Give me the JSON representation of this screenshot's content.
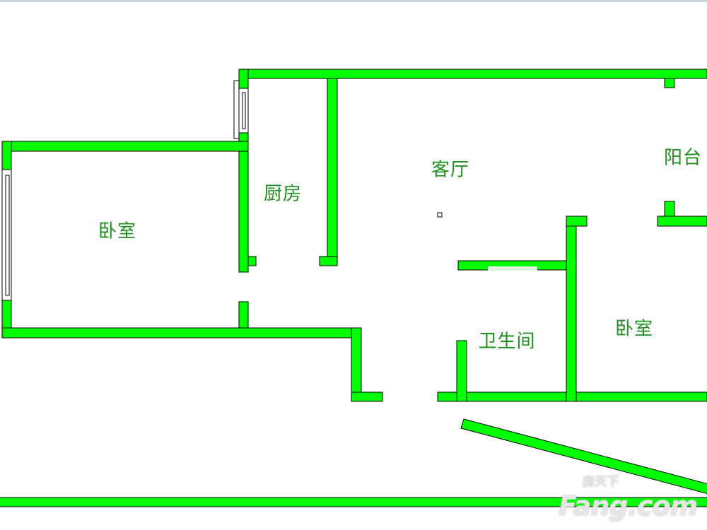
{
  "rooms": {
    "bedroom_left": "卧室",
    "kitchen": "厨房",
    "living_room": "客厅",
    "balcony": "阳台",
    "bathroom": "卫生间",
    "bedroom_right": "卧室"
  },
  "watermark": {
    "cn": "房天下",
    "en": "Fang.com"
  },
  "colors": {
    "wall": "#00ff00",
    "label": "#1f8f1f"
  }
}
